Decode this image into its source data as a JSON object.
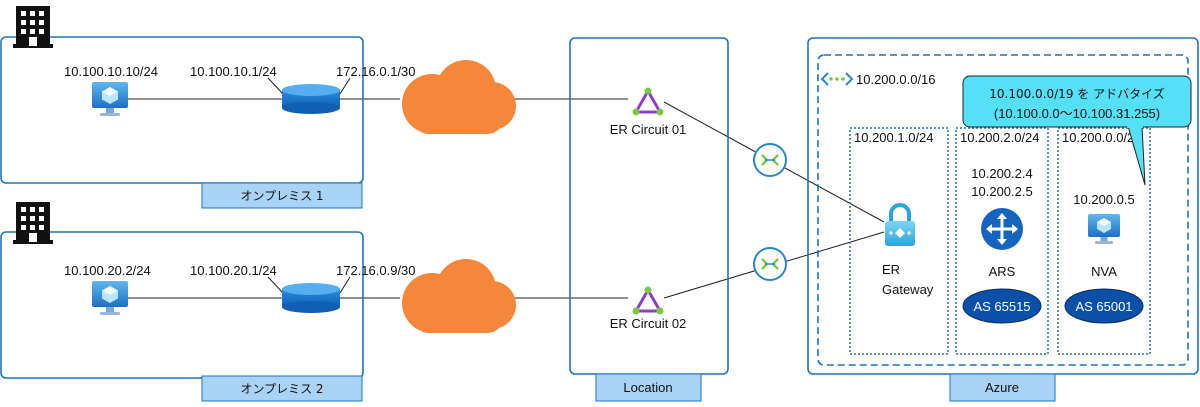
{
  "onprem1": {
    "label": "オンプレミス 1",
    "vm_ip": "10.100.10.10/24",
    "router_ip": "10.100.10.1/24",
    "link_ip": "172.16.0.1/30"
  },
  "onprem2": {
    "label": "オンプレミス 2",
    "vm_ip": "10.100.20.2/24",
    "router_ip": "10.100.20.1/24",
    "link_ip": "172.16.0.9/30"
  },
  "location": {
    "label": "Location",
    "circuit1": "ER Circuit 01",
    "circuit2": "ER Circuit 02"
  },
  "azure": {
    "label": "Azure",
    "vnet_cidr": "10.200.0.0/16",
    "callout_line1": "10.100.0.0/19 を アドバタイズ",
    "callout_line2": "(10.100.0.0～10.100.31.255)",
    "subnet_gw": "10.200.1.0/24",
    "gw_label_line1": "ER",
    "gw_label_line2": "Gateway",
    "subnet_ars": "10.200.2.0/24",
    "ars_ip1": "10.200.2.4",
    "ars_ip2": "10.200.2.5",
    "ars_label": "ARS",
    "ars_asn": "AS 65515",
    "subnet_nva": "10.200.0.0/24",
    "nva_ip": "10.200.0.5",
    "nva_label": "NVA",
    "nva_asn": "AS 65001"
  },
  "colors": {
    "box_border": "#1e73be",
    "label_fill": "#a9d3f5",
    "cloud": "#f5873a",
    "callout": "#54e0f7",
    "asn_fill": "#0a4fa8",
    "circuit_purple": "#8d3fc4",
    "circuit_green": "#7ac943"
  }
}
